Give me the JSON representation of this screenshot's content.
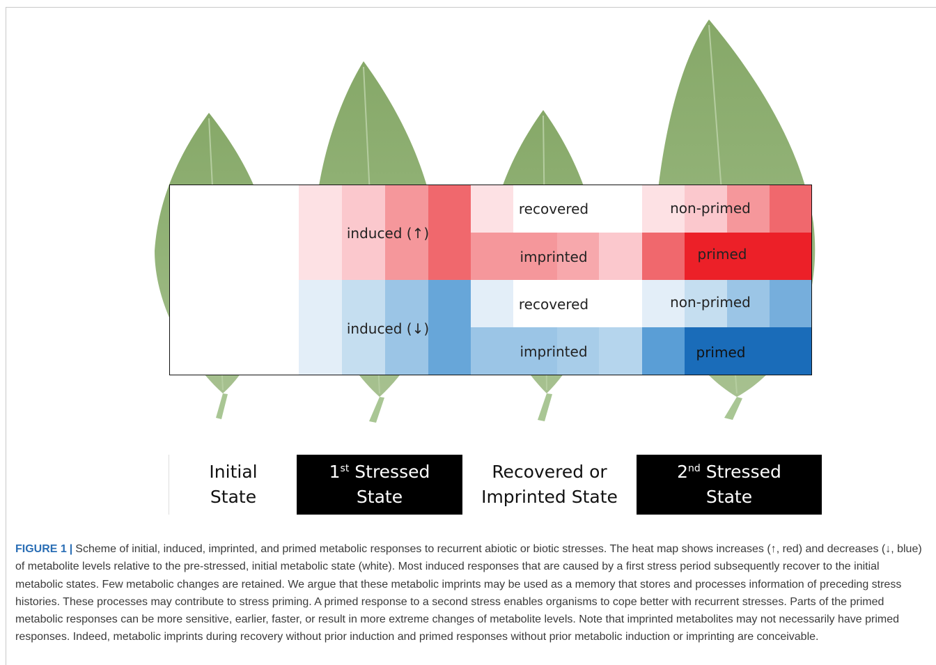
{
  "diagram": {
    "row_labels": {
      "up_induced": "induced (↑)",
      "up_recovered": "recovered",
      "up_nonprimed": "non-primed",
      "up_imprinted": "imprinted",
      "up_primed": "primed",
      "down_induced": "induced (↓)",
      "down_recovered": "recovered",
      "down_nonprimed": "non-primed",
      "down_imprinted": "imprinted",
      "down_primed": "primed"
    },
    "colors": {
      "red_1": "#fde1e4",
      "red_2": "#fbc8cd",
      "red_3": "#f5979b",
      "red_4": "#f0686d",
      "red_5": "#ec2028",
      "blue_1": "#e3eef8",
      "blue_2": "#c5def0",
      "blue_3": "#9bc5e6",
      "blue_4": "#67a6d9",
      "blue_5": "#1a6cb9",
      "leaf": "#8fae72"
    },
    "states": {
      "initial_line1": "Initial",
      "initial_line2": "State",
      "first_number": "1",
      "first_sup": "st",
      "first_line1_rest": " Stressed",
      "first_line2": "State",
      "recovered_line1": "Recovered or",
      "recovered_line2": "Imprinted State",
      "second_number": "2",
      "second_sup": "nd",
      "second_line1_rest": " Stressed",
      "second_line2": "State"
    }
  },
  "caption": {
    "figure_label": "FIGURE 1",
    "separator": "|",
    "text": "Scheme of initial, induced, imprinted, and primed metabolic responses to recurrent abiotic or biotic stresses. The heat map shows increases (↑, red) and decreases (↓, blue) of metabolite levels relative to the pre-stressed, initial metabolic state (white). Most induced responses that are caused by a first stress period subsequently recover to the initial metabolic states. Few metabolic changes are retained. We argue that these metabolic imprints may be used as a memory that stores and processes information of preceding stress histories. These processes may contribute to stress priming. A primed response to a second stress enables organisms to cope better with recurrent stresses. Parts of the primed metabolic responses can be more sensitive, earlier, faster, or result in more extreme changes of metabolite levels. Note that imprinted metabolites may not necessarily have primed responses. Indeed, metabolic imprints during recovery without prior induction and primed responses without prior metabolic induction or imprinting are conceivable."
  }
}
